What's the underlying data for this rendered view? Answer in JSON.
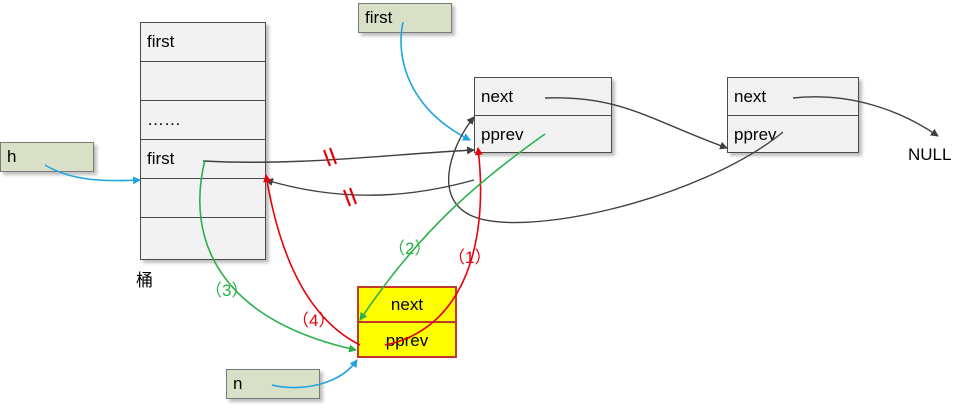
{
  "bucket": {
    "cells": [
      "first",
      "",
      "……",
      "first",
      "",
      ""
    ],
    "caption": "桶"
  },
  "labels": {
    "first_top": "first",
    "h": "h",
    "n": "n"
  },
  "node1": {
    "next": "next",
    "pprev": "pprev"
  },
  "node2": {
    "next": "next",
    "pprev": "pprev"
  },
  "null_text": "NULL",
  "new_node": {
    "next": "next",
    "pprev": "pprev"
  },
  "steps": {
    "s1": "（1）",
    "s2": "（2）",
    "s3": "（3）",
    "s4": "（4）"
  },
  "colors": {
    "blue": "#1fa5e0",
    "green": "#2db04b",
    "red": "#e8000b",
    "dark": "#404040",
    "label_bg": "#d9e0c8",
    "new_node_bg": "#ffff00"
  }
}
